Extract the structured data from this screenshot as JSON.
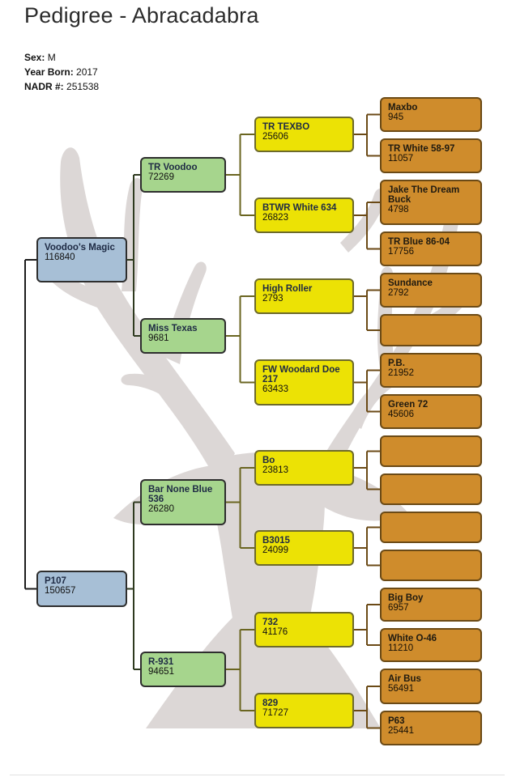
{
  "page": {
    "title": "Pedigree - Abracadabra"
  },
  "info": {
    "sex_label": "Sex:",
    "sex_value": "M",
    "year_label": "Year Born:",
    "year_value": "2017",
    "nadr_label": "NADR #:",
    "nadr_value": "251538"
  },
  "colors": {
    "generation1": "#a7bfd6",
    "generation2": "#a6d58d",
    "generation3": "#ece205",
    "generation4": "#cf8c2c",
    "watermark": "#dcd7d6"
  },
  "watermark_icon": "deer-head-antlers-icon",
  "pedigree": {
    "generation1": [
      {
        "name": "Voodoo's Magic",
        "number": "116840"
      },
      {
        "name": "P107",
        "number": "150657"
      }
    ],
    "generation2": [
      {
        "name": "TR Voodoo",
        "number": "72269"
      },
      {
        "name": "Miss Texas",
        "number": "9681"
      },
      {
        "name": "Bar None Blue 536",
        "number": "26280"
      },
      {
        "name": "R-931",
        "number": "94651"
      }
    ],
    "generation3": [
      {
        "name": "TR TEXBO",
        "number": "25606"
      },
      {
        "name": "BTWR White 634",
        "number": "26823"
      },
      {
        "name": "High Roller",
        "number": "2793"
      },
      {
        "name": "FW Woodard Doe 217",
        "number": "63433"
      },
      {
        "name": "Bo",
        "number": "23813"
      },
      {
        "name": "B3015",
        "number": "24099"
      },
      {
        "name": "732",
        "number": "41176"
      },
      {
        "name": "829",
        "number": "71727"
      }
    ],
    "generation4": [
      {
        "name": "Maxbo",
        "number": "945"
      },
      {
        "name": "TR White 58-97",
        "number": "11057"
      },
      {
        "name": "Jake The Dream Buck",
        "number": "4798"
      },
      {
        "name": "TR Blue 86-04",
        "number": "17756"
      },
      {
        "name": "Sundance",
        "number": "2792"
      },
      {
        "name": "",
        "number": ""
      },
      {
        "name": "P.B.",
        "number": "21952"
      },
      {
        "name": "Green 72",
        "number": "45606"
      },
      {
        "name": "",
        "number": ""
      },
      {
        "name": "",
        "number": ""
      },
      {
        "name": "",
        "number": ""
      },
      {
        "name": "",
        "number": ""
      },
      {
        "name": "Big Boy",
        "number": "6957"
      },
      {
        "name": "White O-46",
        "number": "11210"
      },
      {
        "name": "Air Bus",
        "number": "56491"
      },
      {
        "name": "P63",
        "number": "25441"
      }
    ]
  }
}
